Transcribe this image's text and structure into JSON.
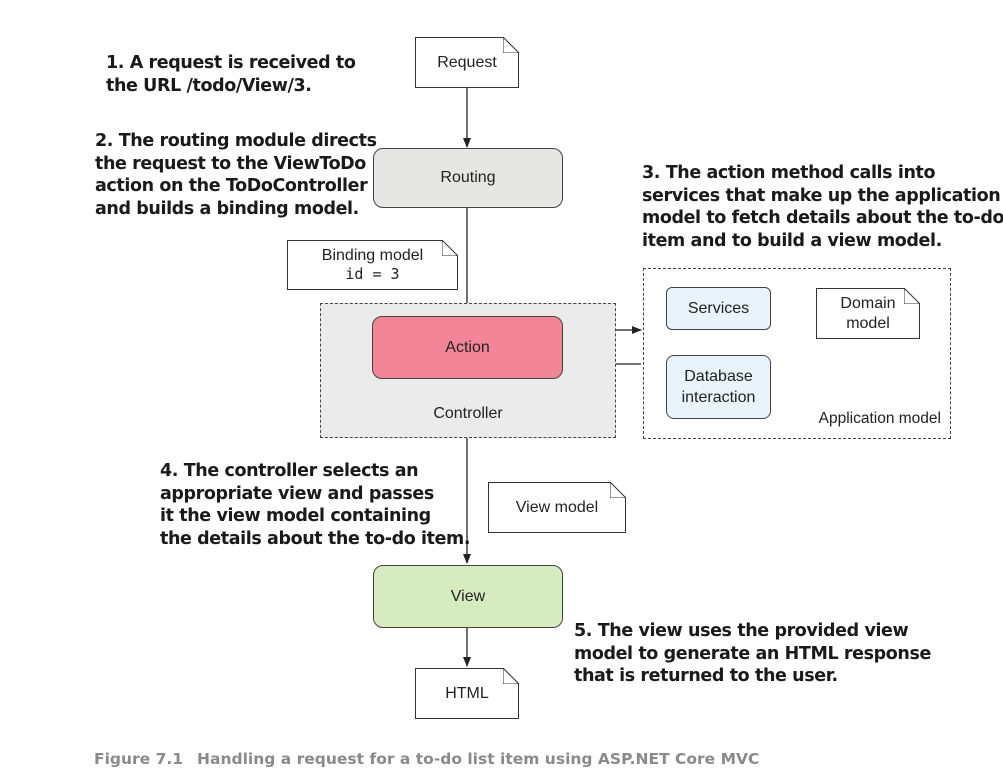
{
  "annotations": {
    "step1": [
      "1. A request is received to",
      "the URL /todo/View/3."
    ],
    "step2": [
      "2. The routing module directs",
      "the request to the ViewToDo",
      "action on the ToDoController",
      "and builds a binding model."
    ],
    "step3": [
      "3. The action method calls into",
      "services that make up the application",
      "model to fetch details about the to-do",
      "item and to build a view model."
    ],
    "step4": [
      "4. The controller selects an",
      "appropriate view and passes",
      "it the view model containing",
      "the details about the to-do item."
    ],
    "step5": [
      "5. The view uses the provided view",
      "model to generate an HTML response",
      "that is returned to the user."
    ]
  },
  "nodes": {
    "request": "Request",
    "routing": "Routing",
    "binding_model": {
      "title": "Binding model",
      "code": "id = 3"
    },
    "action": "Action",
    "controller": "Controller",
    "services": "Services",
    "domain_model": [
      "Domain",
      "model"
    ],
    "database_interaction": [
      "Database",
      "interaction"
    ],
    "application_model": "Application model",
    "view_model": "View model",
    "view": "View",
    "html": "HTML"
  },
  "colors": {
    "routing_fill": "#e6e6e4",
    "action_fill": "#f28598",
    "controller_fill": "#ebebeb",
    "service_fill": "#e8f3fb",
    "view_fill": "#d6ebbf"
  },
  "caption": {
    "number": "Figure 7.1",
    "text": "Handling a request for a to-do list item using ASP.NET Core MVC"
  }
}
